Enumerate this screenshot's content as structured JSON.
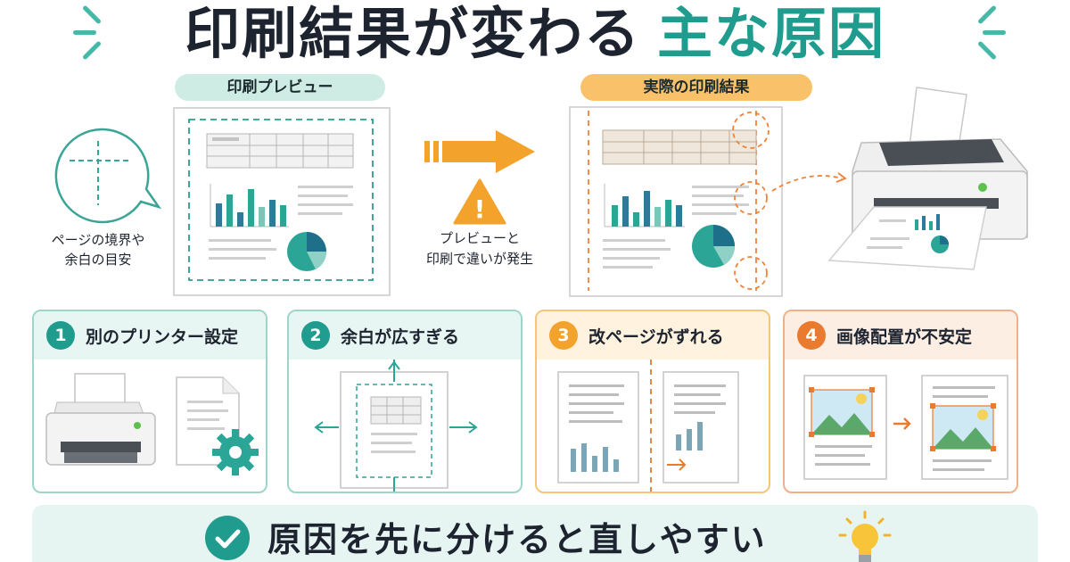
{
  "title": {
    "main": "印刷結果が変わる",
    "accent": "主な原因"
  },
  "preview": {
    "label": "印刷プレビュー"
  },
  "actual": {
    "label": "実際の印刷結果"
  },
  "bubble": {
    "line1": "ページの境界や",
    "line2": "余白の目安"
  },
  "warning": {
    "line1": "プレビューと",
    "line2": "印刷で違いが発生",
    "symbol": "!"
  },
  "causes": [
    {
      "number": "1",
      "label": "別のプリンター設定"
    },
    {
      "number": "2",
      "label": "余白が広すぎる"
    },
    {
      "number": "3",
      "label": "改ページがずれる"
    },
    {
      "number": "4",
      "label": "画像配置が不安定"
    }
  ],
  "footer": {
    "text": "原因を先に分けると直しやすい"
  },
  "colors": {
    "teal": "#1f9c8e",
    "orange": "#f3a32c",
    "deep_orange": "#ea7a2e",
    "title": "#1d2430"
  },
  "icons": [
    "sparkle-icon",
    "crosshair-icon",
    "arrow-right-icon",
    "warning-icon",
    "printer-icon",
    "document-icon",
    "gear-icon",
    "expand-arrows-icon",
    "image-icon",
    "checkmark-icon",
    "lightbulb-icon"
  ]
}
